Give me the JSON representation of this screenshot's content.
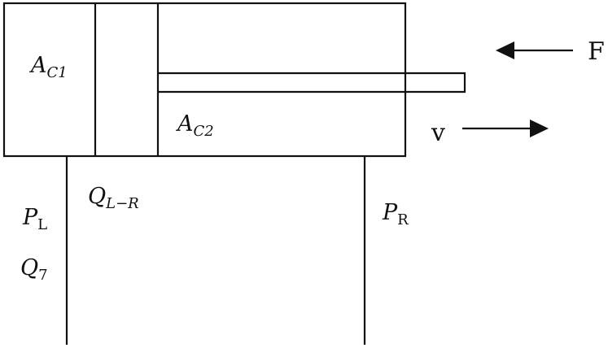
{
  "labels": {
    "a_c1": {
      "main": "A",
      "sub": "C1"
    },
    "a_c2": {
      "main": "A",
      "sub": "C2"
    },
    "q_l_r": {
      "main": "Q",
      "sub": "L−R"
    },
    "p_l": {
      "main": "P",
      "sub": "L"
    },
    "p_r": {
      "main": "P",
      "sub": "R"
    },
    "q_7": {
      "main": "Q",
      "sub": "7"
    },
    "force": "F",
    "velocity": "v"
  },
  "colors": {
    "stroke": "#111111",
    "background": "#ffffff"
  }
}
